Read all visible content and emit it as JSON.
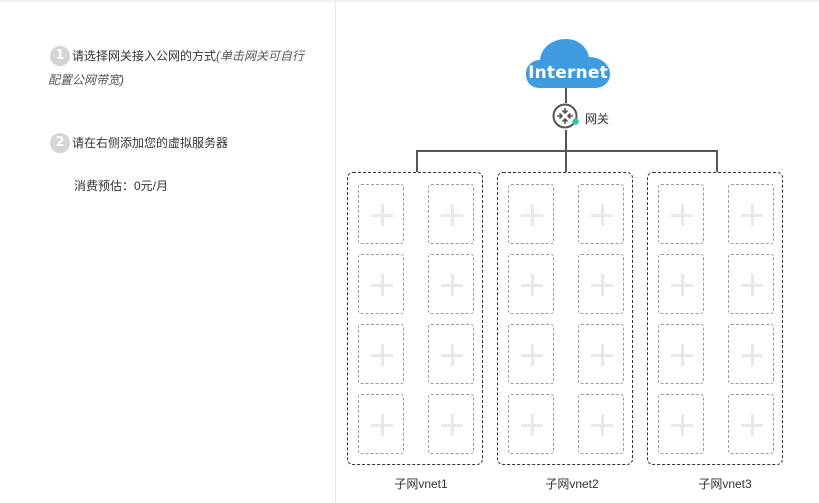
{
  "steps": [
    {
      "number": "1",
      "text": "请选择网关接入公网的方式",
      "hint": "(单击网关可自行",
      "hint_line2": "配置公网带宽)"
    },
    {
      "number": "2",
      "text": "请在右侧添加您的虚拟服务器"
    }
  ],
  "cost": {
    "label": "消费预估：0元/月"
  },
  "topology": {
    "internet_label": "Internet",
    "gateway_label": "网关",
    "subnets": [
      {
        "label": "子网vnet1"
      },
      {
        "label": "子网vnet2"
      },
      {
        "label": "子网vnet3"
      }
    ],
    "slots_per_subnet": 8,
    "colors": {
      "cloud": "#3e9be0",
      "gateway_accent": "#2ec4a3",
      "connector": "#555555"
    }
  }
}
